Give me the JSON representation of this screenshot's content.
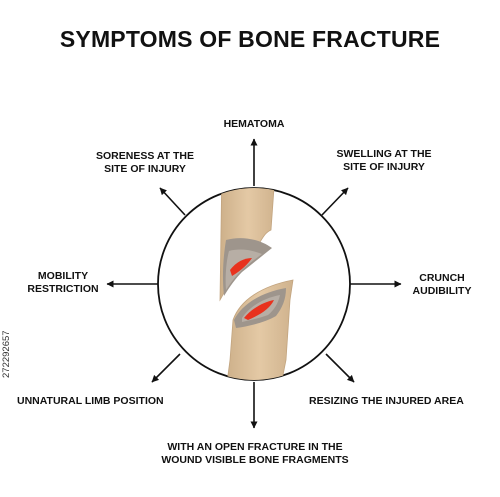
{
  "title": "SYMPTOMS OF BONE FRACTURE",
  "symptoms": {
    "hematoma": [
      "HEMATOMA"
    ],
    "soreness": [
      "SORENESS AT THE",
      "SITE OF INJURY"
    ],
    "swelling": [
      "SWELLING AT THE",
      "SITE OF INJURY"
    ],
    "mobility": [
      "MOBILITY",
      "RESTRICTION"
    ],
    "crunch": [
      "CRUNCH",
      "AUDIBILITY"
    ],
    "unnatural": [
      "UNNATURAL LIMB POSITION"
    ],
    "resizing": [
      "RESIZING THE INJURED AREA"
    ],
    "open_fracture": [
      "WITH AN OPEN FRACTURE IN THE",
      "WOUND VISIBLE BONE FRAGMENTS"
    ]
  },
  "stock_id": "272292657",
  "colors": {
    "bone": "#DDC09A",
    "bone_edge": "#B89C78",
    "marrow": "#9A8F86",
    "blood": "#E8321E",
    "arrow": "#111111"
  }
}
